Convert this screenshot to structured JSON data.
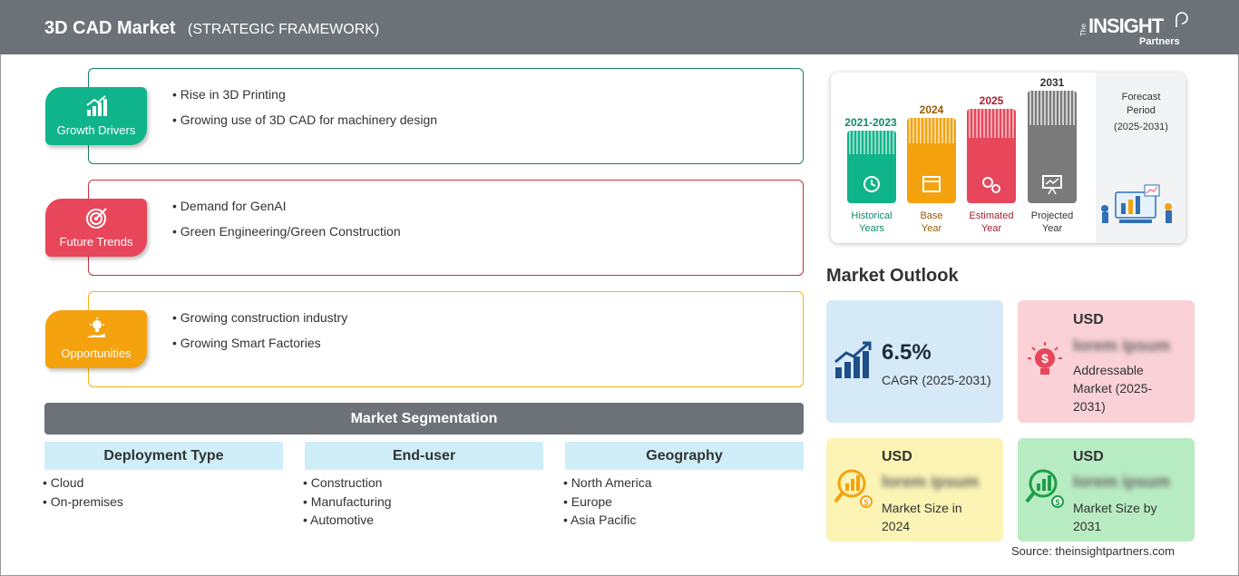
{
  "header": {
    "title": "3D CAD Market",
    "subtitle": "(STRATEGIC FRAMEWORK)",
    "logo": {
      "the": "The",
      "insight": "INSIGHT",
      "partners": "Partners"
    }
  },
  "framework": [
    {
      "tag": "Growth Drivers",
      "icon": "growth-chart-icon",
      "color": "#10b48a",
      "border": "#157f63",
      "items": [
        "Rise in 3D Printing",
        "Growing use of 3D CAD for machinery design"
      ]
    },
    {
      "tag": "Future Trends",
      "icon": "target-icon",
      "color": "#e8465a",
      "border": "#c4323f",
      "items": [
        "Demand for GenAI",
        "Green Engineering/Green Construction"
      ]
    },
    {
      "tag": "Opportunities",
      "icon": "lightbulb-hand-icon",
      "color": "#f5a20f",
      "border": "#f2b418",
      "items": [
        "Growing construction industry",
        "Growing Smart Factories"
      ]
    }
  ],
  "segmentation": {
    "title": "Market Segmentation",
    "columns": [
      {
        "head": "Deployment Type",
        "items": [
          "Cloud",
          "On-premises"
        ]
      },
      {
        "head": "End-user",
        "items": [
          "Construction",
          "Manufacturing",
          "Automotive"
        ]
      },
      {
        "head": "Geography",
        "items": [
          "North America",
          "Europe",
          "Asia Pacific"
        ]
      }
    ]
  },
  "timeline": {
    "bars": [
      {
        "year": "2021-2023",
        "label1": "Historical",
        "label2": "Years",
        "color": "#10b48a",
        "text_color": "#0e8a6a",
        "icon": "history-clock-icon"
      },
      {
        "year": "2024",
        "label1": "Base",
        "label2": "Year",
        "color": "#f5a20f",
        "text_color": "#9a5a00",
        "icon": "calendar-icon"
      },
      {
        "year": "2025",
        "label1": "Estimated",
        "label2": "Year",
        "color": "#e8465a",
        "text_color": "#a51f30",
        "icon": "gears-icon"
      },
      {
        "year": "2031",
        "label1": "Projected",
        "label2": "Year",
        "color": "#7a7a7a",
        "text_color": "#333333",
        "icon": "presentation-icon"
      }
    ],
    "forecast_title": "Forecast Period",
    "forecast_range": "(2025-2031)"
  },
  "outlook": {
    "title": "Market Outlook",
    "cagr_value": "6.5%",
    "cagr_label": "CAGR (2025-2031)",
    "addressable": {
      "currency": "USD",
      "value": "lorem ipsum",
      "label": "Addressable Market (2025-2031)"
    },
    "size_2024": {
      "currency": "USD",
      "value": "lorem ipsum",
      "label": "Market Size in 2024"
    },
    "size_2031": {
      "currency": "USD",
      "value": "lorem ipsum",
      "label": "Market Size by 2031"
    }
  },
  "source": "Source: theinsightpartners.com"
}
